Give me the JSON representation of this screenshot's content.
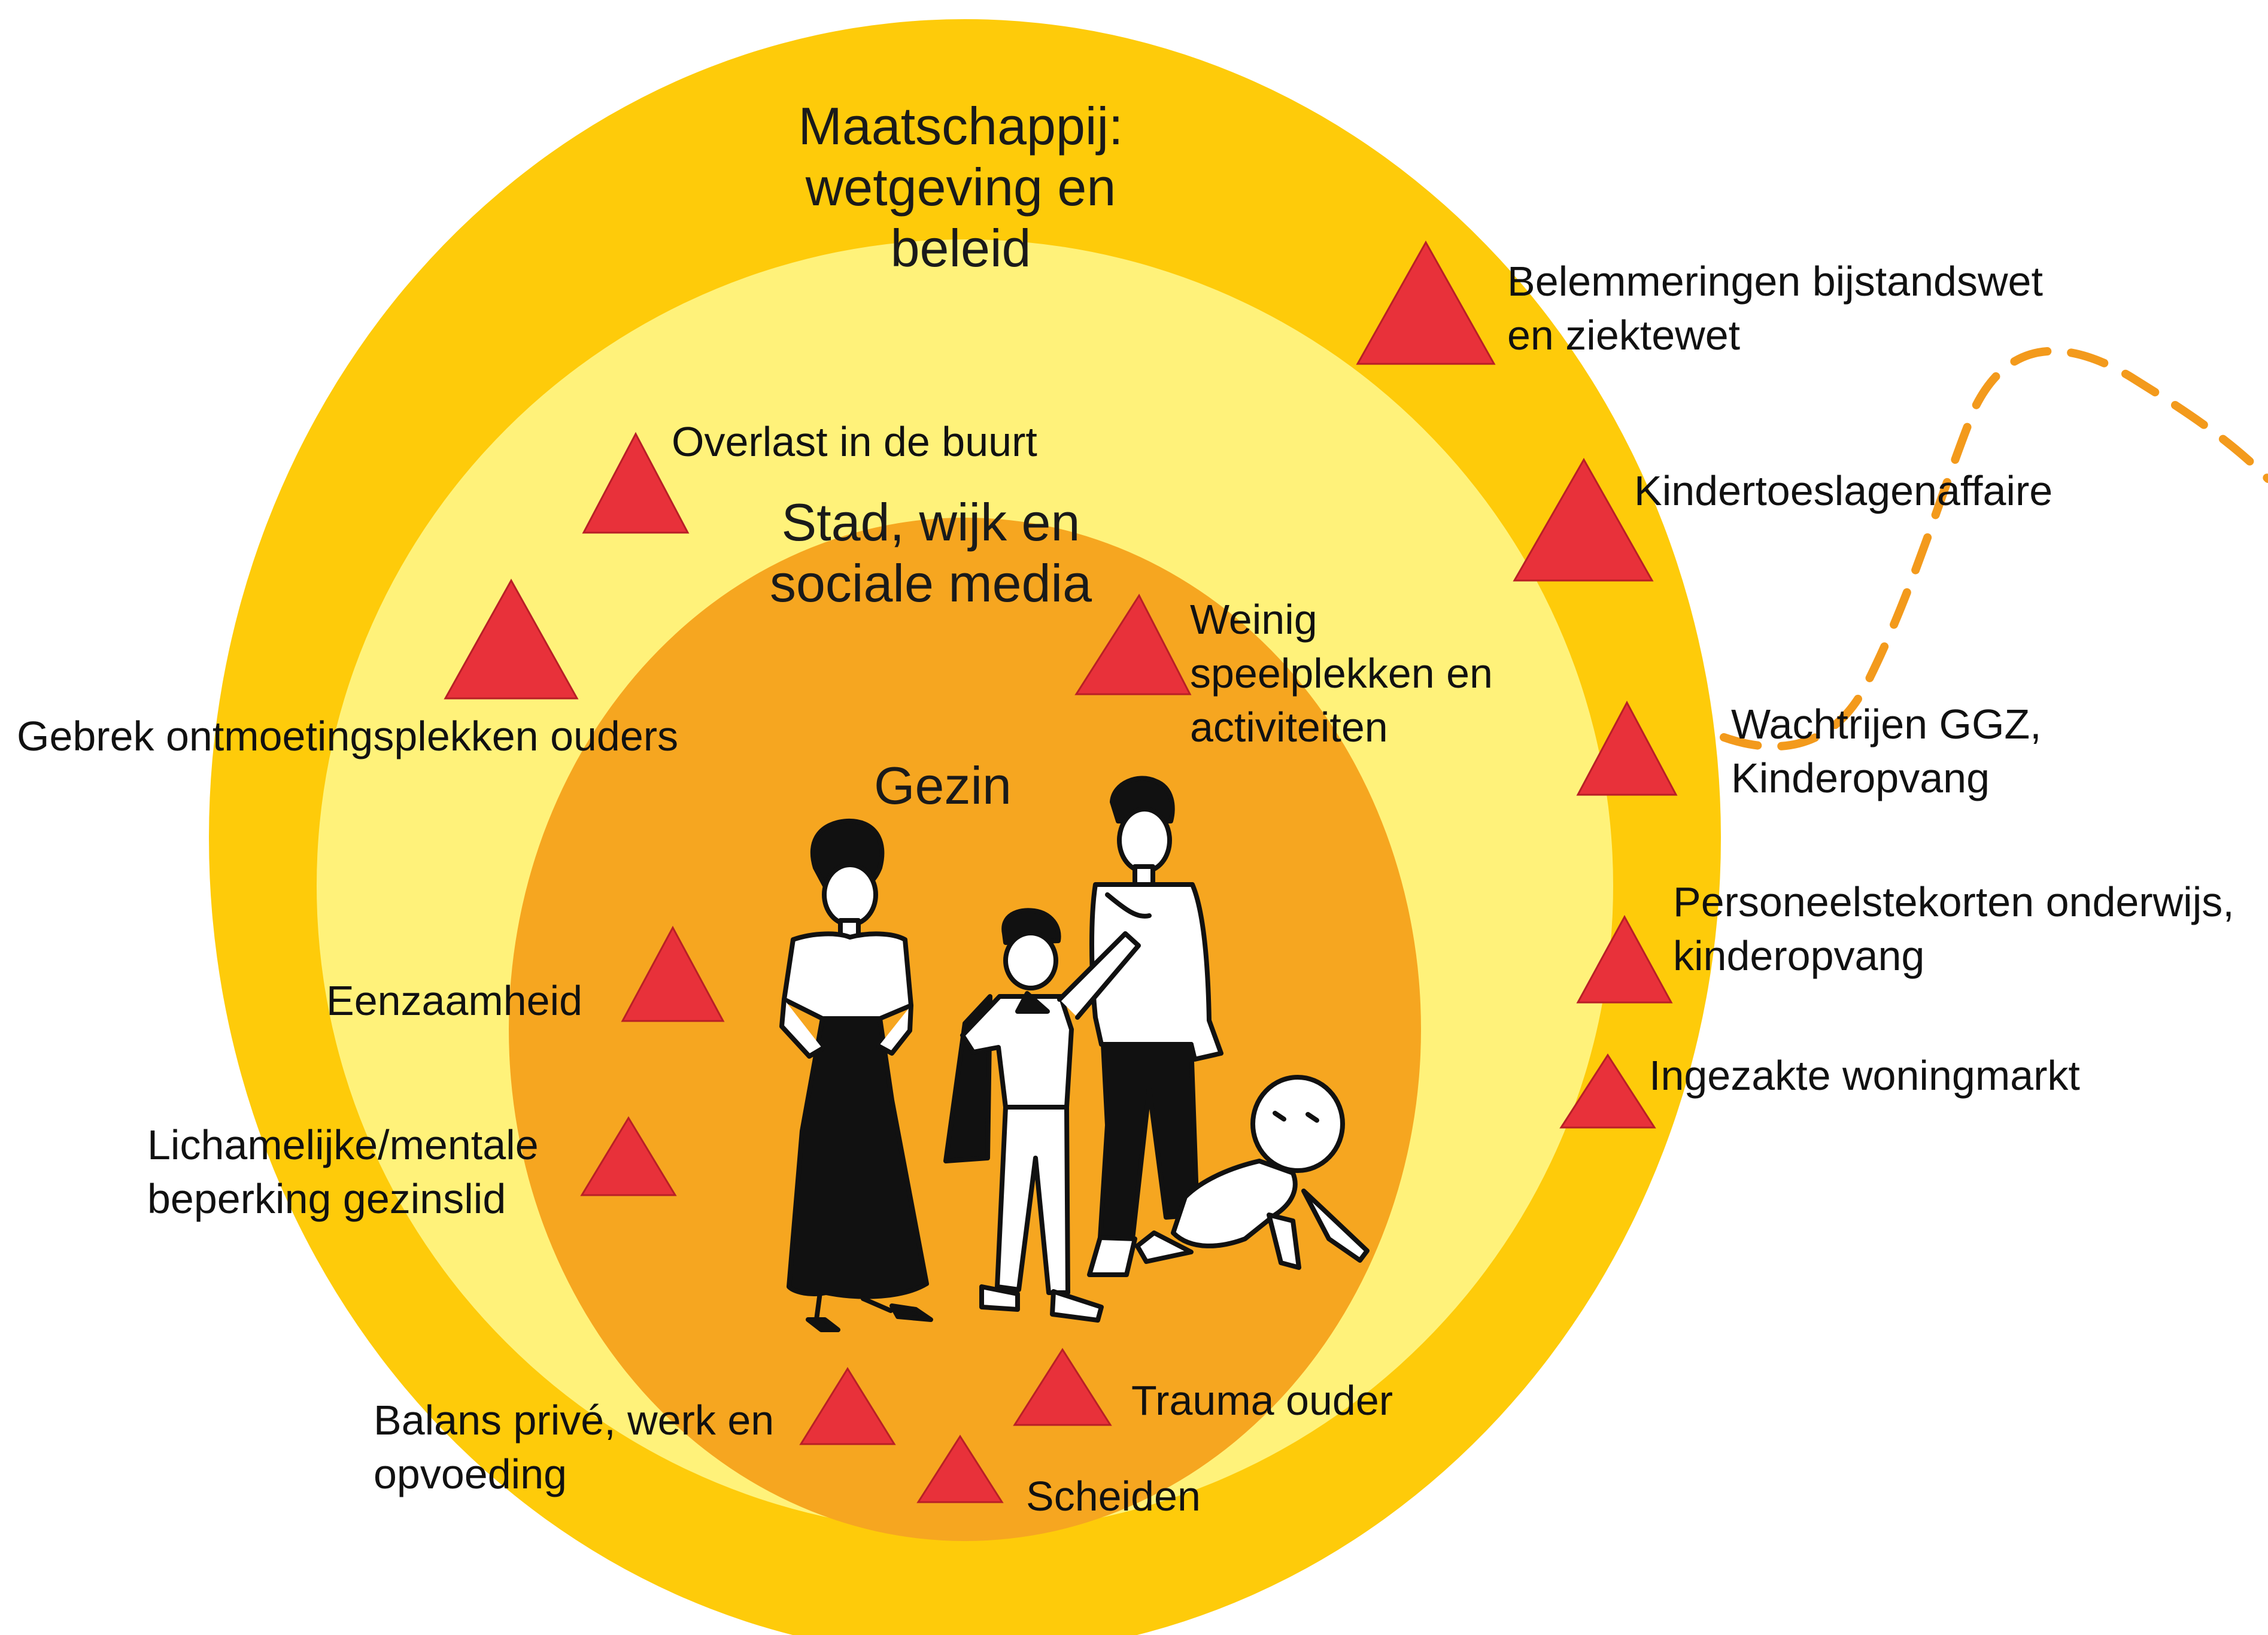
{
  "rings": {
    "society": "Maatschappij:\nwetgeving en\nbeleid",
    "city": "Stad, wijk en\nsociale media",
    "family": "Gezin"
  },
  "factors": {
    "belemmeringen": "Belemmeringen bijstandswet\nen ziektewet",
    "kindertoeslagen": "Kindertoeslagenaffaire",
    "wachtrijen": "Wachtrijen GGZ,\nKinderopvang",
    "personeelstekorten": "Personeelstekorten onderwijs,\nkinderopvang",
    "woningmarkt": "Ingezakte woningmarkt",
    "overlast": "Overlast in de buurt",
    "ontmoetingsplekken": "Gebrek ontmoetingsplekken ouders",
    "speelplekken": "Weinig\nspeelplekken en\nactiviteiten",
    "eenzaamheid": "Eenzaamheid",
    "beperking": "Lichamelijke/mentale\nbeperking gezinslid",
    "balans": "Balans privé, werk en\nopvoeding",
    "trauma": "Trauma ouder",
    "scheiden": "Scheiden"
  },
  "colors": {
    "outer_ring": "#FECB0A",
    "middle_ring": "#FFF27A",
    "inner_ring": "#F6A620",
    "warning_triangle": "#E8313A",
    "dashed_line": "#F39A1C"
  },
  "icons": {
    "risk_marker": "warning-triangle-icon",
    "illustration": "family-illustration"
  }
}
